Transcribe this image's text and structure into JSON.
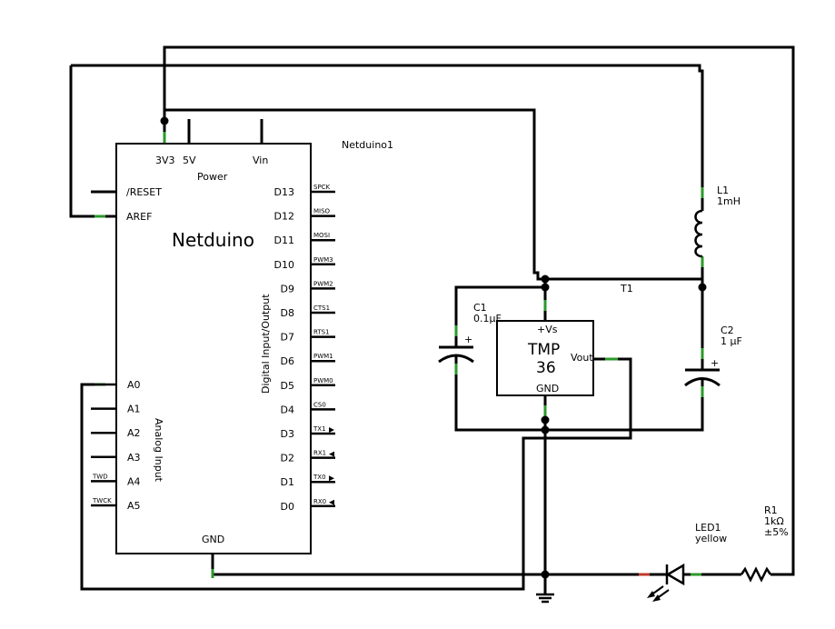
{
  "netduino": {
    "instance": "Netduino1",
    "title": "Netduino",
    "power_label": "Power",
    "power_pins": [
      "3V3",
      "5V",
      "Vin"
    ],
    "left_pins": [
      "/RESET",
      "AREF"
    ],
    "digital_section": "Digital Input/Output",
    "digital_pins": [
      "D13",
      "D12",
      "D11",
      "D10",
      "D9",
      "D8",
      "D7",
      "D6",
      "D5",
      "D4",
      "D3",
      "D2",
      "D1",
      "D0"
    ],
    "digital_functions": [
      "SPCK",
      "MISO",
      "MOSI",
      "PWM3",
      "PWM2",
      "CTS1",
      "RTS1",
      "PWM1",
      "PWM0",
      "CS0",
      "TX1",
      "RX1",
      "TX0",
      "RX0"
    ],
    "analog_section": "Analog Input",
    "analog_pins": [
      "A0",
      "A1",
      "A2",
      "A3",
      "A4",
      "A5"
    ],
    "analog_tags": [
      "",
      "",
      "",
      "",
      "TWD",
      "TWCK"
    ],
    "gnd_label": "GND"
  },
  "tmp36": {
    "ref": "T1",
    "name_line1": "TMP",
    "name_line2": "36",
    "vs_label": "+Vs",
    "vout_label": "Vout",
    "gnd_label": "GND"
  },
  "c1": {
    "ref": "C1",
    "value": "0.1µF",
    "plus": "+"
  },
  "c2": {
    "ref": "C2",
    "value": "1 µF",
    "plus": "+"
  },
  "l1": {
    "ref": "L1",
    "value": "1mH"
  },
  "r1": {
    "ref": "R1",
    "value": "1kΩ",
    "tolerance": "±5%"
  },
  "led1": {
    "ref": "LED1",
    "color": "yellow"
  },
  "colors": {
    "wire": "#000000",
    "pin_end": "#2a9a2a",
    "led_pin": "#c0392b"
  }
}
